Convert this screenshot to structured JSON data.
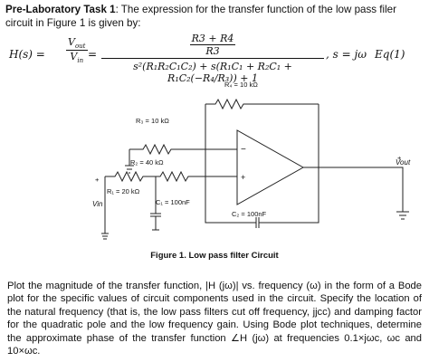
{
  "task": {
    "heading": "Pre-Laboratory Task 1",
    "intro": ": The expression for the transfer function of the low pass filer circuit in Figure 1 is given by:"
  },
  "equation": {
    "lhs": "H(s) =",
    "ratio_num": "V",
    "ratio_num_sub": "out",
    "ratio_den": "V",
    "ratio_den_sub": "in",
    "equals": "=",
    "num_top": "R3 + R4",
    "num_bottom": "R3",
    "denominator": "s²(R₁R₂C₁C₂) + s(R₁C₁ + R₂C₁ + R₁C₂(−R₄/R₃)) + 1",
    "tail": ", s = jω",
    "label": "Eq(1)"
  },
  "circuit": {
    "r4_label": "R₄ = 10 kΩ",
    "r3_label": "R₃ = 10 kΩ",
    "r2_label": "R₂ = 40 kΩ",
    "r1_label": "R₁ = 20 kΩ",
    "c1_label": "C₁ = 100nF",
    "c2_label": "C₂ = 100nF",
    "vin_label": "Vin",
    "vout_label": "Vout",
    "plus_sign": "+",
    "minus_sign": "−"
  },
  "figure": {
    "caption": "Figure 1. Low pass filter Circuit"
  },
  "question": {
    "text": "Plot the magnitude of the transfer function, |H (jω)| vs. frequency (ω) in the form of a Bode plot for the specific values of circuit components used in the circuit. Specify the location of the natural frequency (that is, the low pass filters cut off frequency, jjcc) and damping factor for the quadratic pole and the low frequency gain. Using Bode plot techniques, determine the approximate phase of the transfer function ∠H (jω) at frequencies 0.1×jωc, ωc and 10×ωc."
  }
}
